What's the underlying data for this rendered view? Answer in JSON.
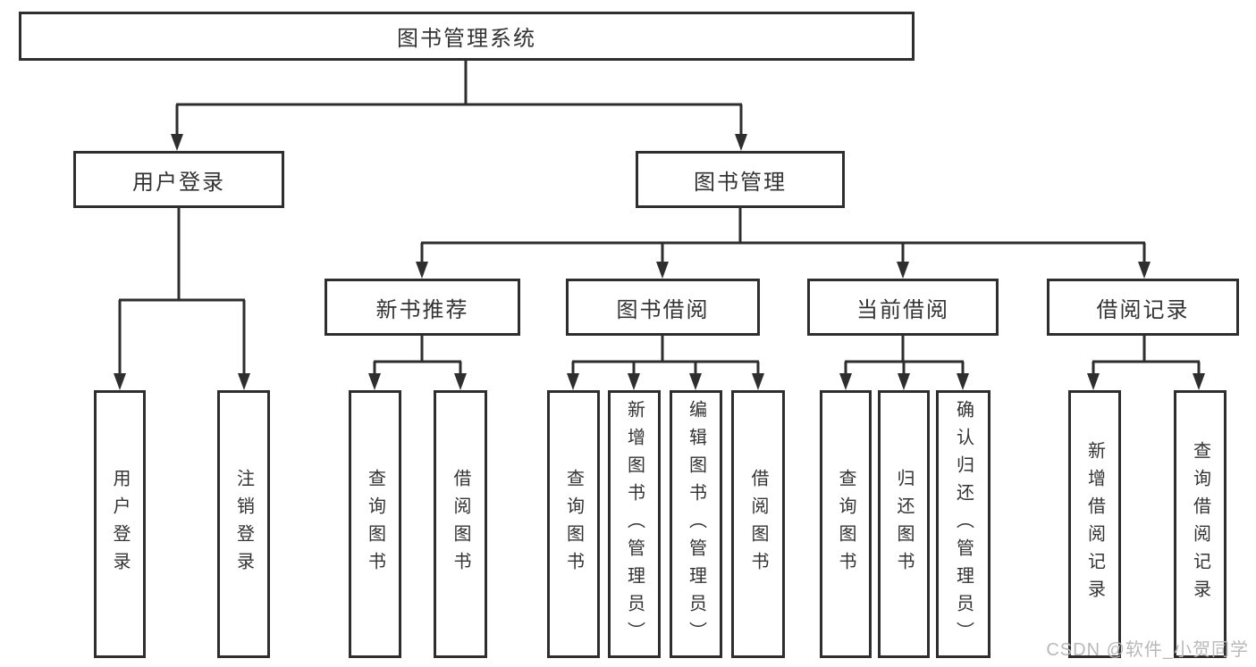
{
  "diagram": {
    "root": {
      "label": "图书管理系统"
    },
    "branches": [
      {
        "label": "用户登录",
        "children": [
          {
            "label": "用户登录"
          },
          {
            "label": "注销登录"
          }
        ]
      },
      {
        "label": "图书管理",
        "children": [
          {
            "label": "新书推荐",
            "children": [
              {
                "label": "查询图书"
              },
              {
                "label": "借阅图书"
              }
            ]
          },
          {
            "label": "图书借阅",
            "children": [
              {
                "label": "查询图书"
              },
              {
                "label": "新增图书（管理员）"
              },
              {
                "label": "编辑图书（管理员）"
              },
              {
                "label": "借阅图书"
              }
            ]
          },
          {
            "label": "当前借阅",
            "children": [
              {
                "label": "查询图书"
              },
              {
                "label": "归还图书"
              },
              {
                "label": "确认归还（管理员）"
              }
            ]
          },
          {
            "label": "借阅记录",
            "children": [
              {
                "label": "新增借阅记录"
              },
              {
                "label": "查询借阅记录"
              }
            ]
          }
        ]
      }
    ]
  },
  "watermark": {
    "text": "CSDN @软件_小贺同学"
  },
  "colors": {
    "line": "#2e2e2e",
    "text": "#333333",
    "watermark": "#b9b9b9",
    "background": "#ffffff"
  }
}
